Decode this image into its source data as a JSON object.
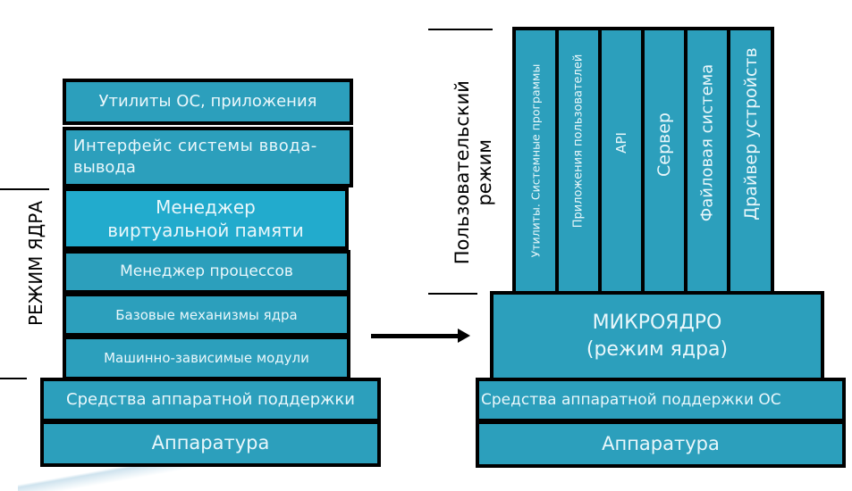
{
  "left_diagram": {
    "mode_label": "РЕЖИМ ЯДРА",
    "layers": [
      {
        "label": "Утилиты ОС, приложения"
      },
      {
        "label": "Интерфейс системы ввода-вывода"
      },
      {
        "label_line1": "Менеджер",
        "label_line2": "виртуальной памяти"
      },
      {
        "label": "Менеджер процессов"
      },
      {
        "label": "Базовые механизмы ядра"
      },
      {
        "label": "Машинно-зависимые модули"
      },
      {
        "label": "Средства аппаратной поддержки"
      },
      {
        "label": "Аппаратура"
      }
    ],
    "io_line1": "Интерфейс системы ввода-",
    "io_line2": "вывода"
  },
  "arrow": {
    "direction": "right"
  },
  "right_diagram": {
    "mode_label_line1": "Пользовательский",
    "mode_label_line2": "режим",
    "user_columns": [
      {
        "label": "Утилиты.  Системные  программы"
      },
      {
        "label": "Приложения пользователей"
      },
      {
        "label": "API"
      },
      {
        "label": "Сервер"
      },
      {
        "label": "Файловая система"
      },
      {
        "label": "Драйвер устройств"
      }
    ],
    "microkernel_line1": "МИКРОЯДРО",
    "microkernel_line2": "(режим ядра)",
    "support": "Средства аппаратной поддержки ОС",
    "hardware": "Аппаратура"
  },
  "colors": {
    "layer_fill": "#2c9fbc",
    "highlight_fill": "#22abcd",
    "border": "#000000",
    "text": "#e9f7fb"
  }
}
